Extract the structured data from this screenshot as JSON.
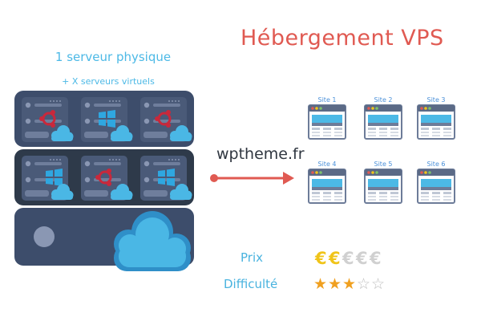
{
  "title": "Hébergement VPS",
  "left": {
    "physical_server_label": "1 serveur physique",
    "virtual_servers_label": "+ X serveurs virtuels"
  },
  "brand": "wptheme.fr",
  "sites": [
    {
      "label": "Site 1"
    },
    {
      "label": "Site 2"
    },
    {
      "label": "Site 3"
    },
    {
      "label": "Site 4"
    },
    {
      "label": "Site 5"
    },
    {
      "label": "Site 6"
    }
  ],
  "ratings": {
    "price": {
      "label": "Prix",
      "symbol": "€",
      "value": 2,
      "max": 5
    },
    "difficulty": {
      "label": "Difficulté",
      "symbol": "★",
      "value": 3,
      "max": 5
    }
  },
  "colors": {
    "title": "#e05a52",
    "accent_blue": "#4cb9e6",
    "arrow": "#e05a52",
    "gold": "#f0c419",
    "star": "#f0a020",
    "empty": "#d0d0d0",
    "server_dark": "#3d4d6b",
    "server_darker": "#2e3a4a",
    "cloud": "#4ab7e5"
  },
  "icons": [
    "ubuntu-icon",
    "windows-icon",
    "cloud-icon",
    "browser-window-icon"
  ]
}
